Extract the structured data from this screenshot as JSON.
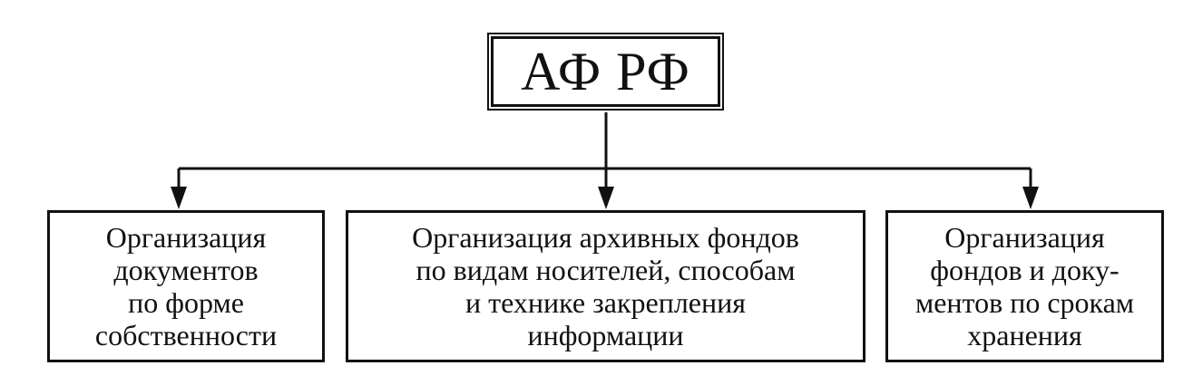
{
  "diagram": {
    "root": {
      "label": "АФ РФ"
    },
    "children": [
      {
        "id": "left",
        "lines": [
          "Организация",
          "документов",
          "по форме",
          "собственности"
        ]
      },
      {
        "id": "center",
        "lines": [
          "Организация архивных фондов",
          "по видам носителей, способам",
          "и технике закрепления",
          "информации"
        ]
      },
      {
        "id": "right",
        "lines": [
          "Организация",
          "фондов и доку-",
          "ментов по срокам",
          "хранения"
        ]
      }
    ],
    "colors": {
      "stroke": "#111111",
      "background": "#ffffff"
    }
  }
}
